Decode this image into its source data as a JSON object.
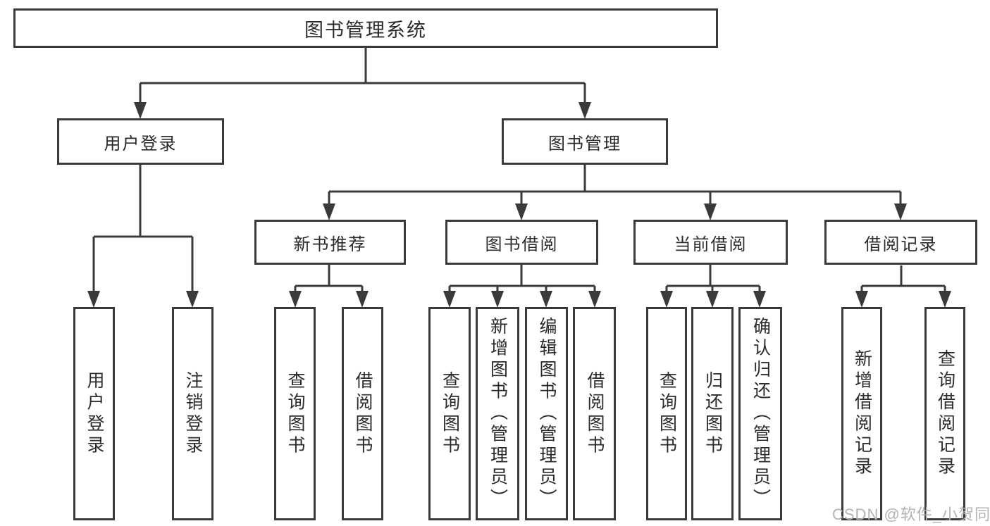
{
  "diagram": {
    "root": {
      "label": "图书管理系统"
    },
    "level2": [
      {
        "id": "user-login",
        "label": "用户登录"
      },
      {
        "id": "book-management",
        "label": "图书管理"
      }
    ],
    "level3": [
      {
        "id": "new-book-recommendation",
        "parent": "图书管理",
        "label": "新书推荐"
      },
      {
        "id": "book-borrowing",
        "parent": "图书管理",
        "label": "图书借阅"
      },
      {
        "id": "current-borrowing",
        "parent": "图书管理",
        "label": "当前借阅"
      },
      {
        "id": "borrowing-records",
        "parent": "图书管理",
        "label": "借阅记录"
      }
    ],
    "leaves": [
      {
        "parent": "用户登录",
        "label": "用户登录"
      },
      {
        "parent": "用户登录",
        "label": "注销登录"
      },
      {
        "parent": "新书推荐",
        "label": "查询图书"
      },
      {
        "parent": "新书推荐",
        "label": "借阅图书"
      },
      {
        "parent": "图书借阅",
        "label": "查询图书"
      },
      {
        "parent": "图书借阅",
        "label": "新增图书（管理员）"
      },
      {
        "parent": "图书借阅",
        "label": "编辑图书（管理员）"
      },
      {
        "parent": "图书借阅",
        "label": "借阅图书"
      },
      {
        "parent": "当前借阅",
        "label": "查询图书"
      },
      {
        "parent": "当前借阅",
        "label": "归还图书"
      },
      {
        "parent": "当前借阅",
        "label": "确认归还（管理员）"
      },
      {
        "parent": "借阅记录",
        "label": "新增借阅记录"
      },
      {
        "parent": "借阅记录",
        "label": "查询借阅记录"
      }
    ]
  },
  "watermark": {
    "text": "CSDN @软件_小贺同学"
  },
  "colors": {
    "line": "#3a3a3a",
    "border": "#3a3a3a",
    "text": "#2b2b2b",
    "watermark": "#b3b3b3",
    "background": "#ffffff"
  }
}
